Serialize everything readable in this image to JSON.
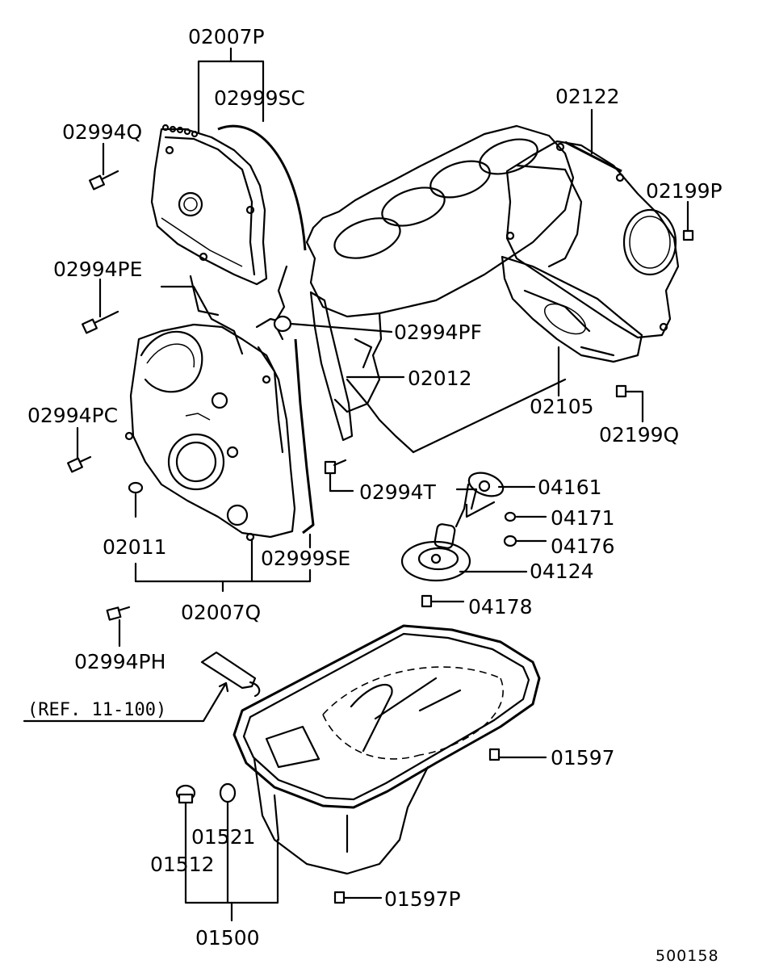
{
  "labels": {
    "l02007P": "02007P",
    "l02999SC": "02999SC",
    "l02994Q": "02994Q",
    "l02122": "02122",
    "l02199P": "02199P",
    "l02994PE": "02994PE",
    "l02994PF": "02994PF",
    "l02012": "02012",
    "l02105": "02105",
    "l02199Q": "02199Q",
    "l02994PC": "02994PC",
    "l02994T": "02994T",
    "l04161": "04161",
    "l04171": "04171",
    "l04176": "04176",
    "l02011": "02011",
    "l02999SE": "02999SE",
    "l04124": "04124",
    "l04178": "04178",
    "l02007Q": "02007Q",
    "l02994PH": "02994PH",
    "l01597": "01597",
    "l01521": "01521",
    "l01512": "01512",
    "l01597P": "01597P",
    "l01500": "01500"
  },
  "reference": "(REF. 11-100)",
  "diagram_code": "500158"
}
